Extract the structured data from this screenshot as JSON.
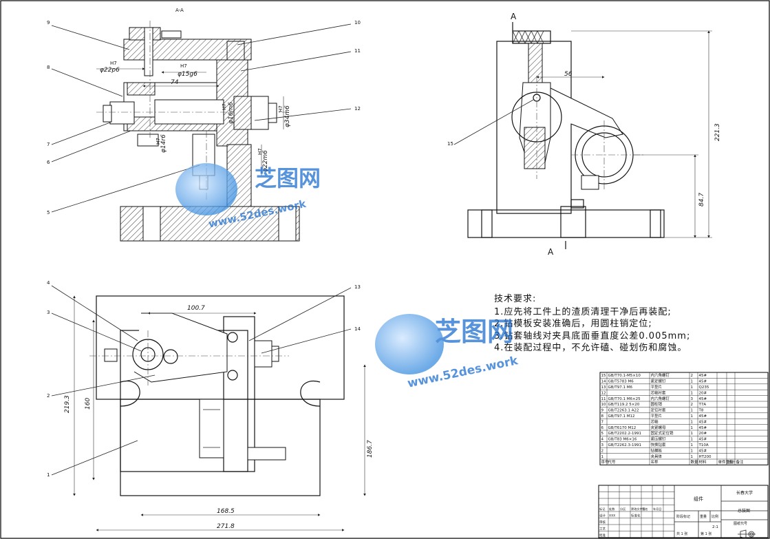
{
  "section_label": "A-A",
  "section_mark": "A",
  "balloons": [
    "1",
    "2",
    "3",
    "4",
    "5",
    "6",
    "7",
    "8",
    "9",
    "10",
    "11",
    "12",
    "13",
    "14",
    "15"
  ],
  "dims": {
    "d1": "φ22p6",
    "d1_fit": "H7",
    "d2": "φ15g6",
    "d2_fit": "H7",
    "d3": "74",
    "d4": "φ14r6",
    "d4_fit": "H7",
    "d5": "φ16m6",
    "d5_fit": "H7",
    "d6": "φ34m6",
    "d6_fit": "H7",
    "d7": "φ22m6",
    "d7_fit": "H7",
    "s1": "56",
    "s2": "221.3",
    "s3": "84.7",
    "p1": "100.7",
    "p2": "219.3",
    "p3": "160",
    "p4": "186.7",
    "p5": "168.5",
    "p6": "271.8"
  },
  "tech": {
    "title": "技术要求:",
    "lines": [
      "1.应先将工件上的渣质清理干净后再装配;",
      "2.钻模板安装准确后，用圆柱销定位;",
      "3.钻套轴线对夹具底面垂直度公差0.005mm;",
      "4.在装配过程中，不允许磕、碰划伤和腐蚀。"
    ]
  },
  "watermark": {
    "brand": "芝图网",
    "url": "www.52des.work"
  },
  "bom": {
    "rows": [
      [
        "15",
        "GB/T70.1-M5×10",
        "内六角螺钉",
        "2",
        "45#"
      ],
      [
        "14",
        "GB/T5783 M6",
        "紧定螺钉",
        "1",
        "45#"
      ],
      [
        "13",
        "GB/T97.1 M6",
        "平垫片",
        "1",
        "Q235"
      ],
      [
        "12",
        "",
        "芯轴衬套",
        "1",
        "20#"
      ],
      [
        "11",
        "GB/T70.1 M6×25",
        "内六角螺钉",
        "3",
        "45#"
      ],
      [
        "10",
        "GB/T119.2 5×20",
        "圆柱销",
        "2",
        "T7A"
      ],
      [
        "9",
        "GB/T2263.1 A22",
        "定位衬套",
        "1",
        "T8"
      ],
      [
        "8",
        "GB/T97.1 M12",
        "平垫片",
        "1",
        "45#"
      ],
      [
        "7",
        "",
        "芯轴",
        "1",
        "45#"
      ],
      [
        "6",
        "GB/T6170 M12",
        "夹紧螺母",
        "1",
        "45#"
      ],
      [
        "5",
        "GB/T2202.2-1991",
        "固定式定位销",
        "1",
        "20#"
      ],
      [
        "4",
        "GB/T83 M6×16",
        "紧压螺钉",
        "1",
        "45#"
      ],
      [
        "3",
        "GB/T2262.3-1991",
        "快换钻套",
        "1",
        "T10A"
      ],
      [
        "2",
        "",
        "钻模板",
        "1",
        "45#"
      ],
      [
        "1",
        "",
        "夹具体",
        "1",
        "HT200"
      ]
    ],
    "header": [
      "序号",
      "代号",
      "名称",
      "数量",
      "材料",
      "单件重量",
      "总计",
      "备注"
    ],
    "title_cells": {
      "part": "组件",
      "school": "长春大学",
      "drawing": "总装图",
      "scale_label": "比例",
      "scale": "2:1",
      "weight_label": "重量",
      "stage_label": "阶段标记",
      "sheet_total": "共 1 张",
      "sheet_no": "第 1 张",
      "code_label": "图纸代号",
      "rows_left": [
        "标记",
        "处数",
        "分区",
        "更改文件号",
        "签名",
        "年月日"
      ],
      "roles": [
        "设计",
        "审核",
        "工艺",
        "批准"
      ],
      "std": "标准化",
      "designer": "XXX"
    }
  }
}
